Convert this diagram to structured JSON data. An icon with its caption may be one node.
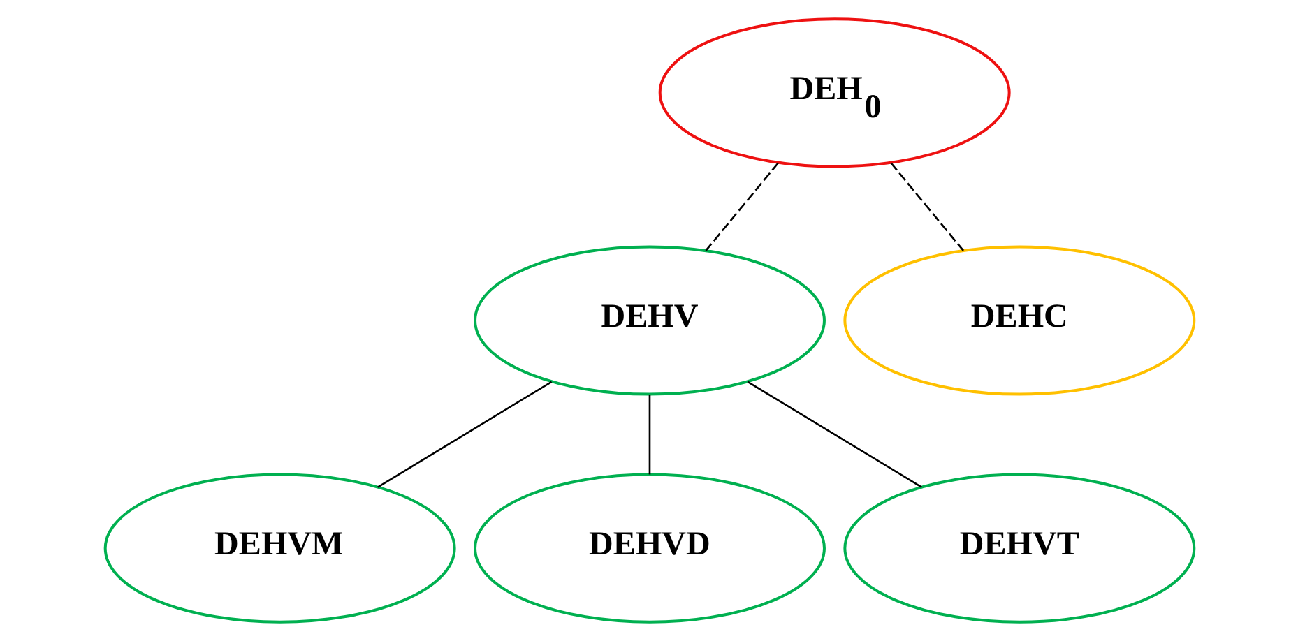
{
  "diagram": {
    "nodes": [
      {
        "text": [
          "DEH$_{0}$"
        ]
      },
      {
        "text": [
          "DEHV"
        ]
      },
      {
        "text": [
          "DEHC"
        ]
      },
      {
        "text": [
          "DEHVM"
        ]
      },
      {
        "text": [
          "DEHVD"
        ]
      },
      {
        "text": [
          "DEHVT"
        ]
      }
    ],
    "edges": [
      {
        "from": 0,
        "to": 1,
        "arrow": "none",
        "style": "dashed"
      },
      {
        "from": 0,
        "to": 2,
        "arrow": "none",
        "style": "dashed"
      },
      {
        "from": 1,
        "to": 3,
        "arrow": "none"
      },
      {
        "from": 1,
        "to": 4,
        "arrow": "none"
      },
      {
        "from": 1,
        "to": 5,
        "arrow": "none"
      }
    ]
  }
}
